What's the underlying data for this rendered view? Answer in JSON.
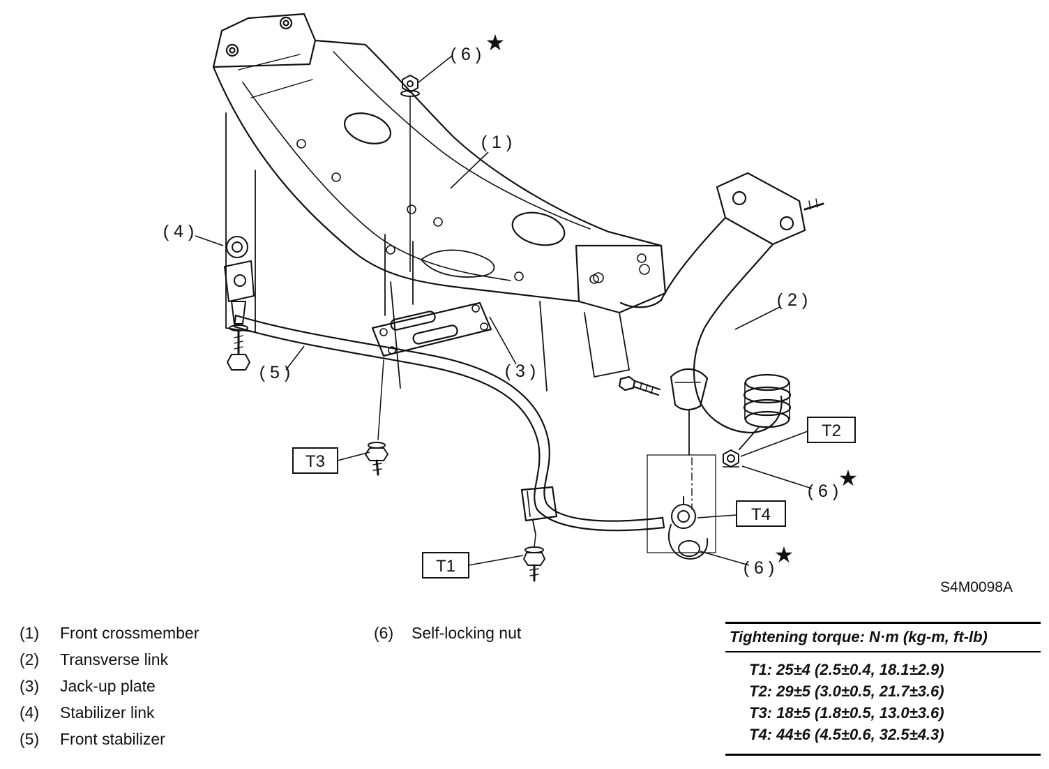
{
  "figure": {
    "part_code": "S4M0098A",
    "star": "★",
    "callouts": {
      "c6_top": "( 6 )",
      "c1": "( 1 )",
      "c4": "( 4 )",
      "c2": "( 2 )",
      "c3": "( 3 )",
      "c5": "( 5 )",
      "c6_mid": "( 6 )",
      "c6_bottom": "( 6 )"
    },
    "torque_tags": {
      "t1": "T1",
      "t2": "T2",
      "t3": "T3",
      "t4": "T4"
    }
  },
  "legend": {
    "items": [
      {
        "num": "(1)",
        "label": "Front crossmember"
      },
      {
        "num": "(2)",
        "label": "Transverse link"
      },
      {
        "num": "(3)",
        "label": "Jack-up plate"
      },
      {
        "num": "(4)",
        "label": "Stabilizer link"
      },
      {
        "num": "(5)",
        "label": "Front stabilizer"
      }
    ],
    "items_right": [
      {
        "num": "(6)",
        "label": "Self-locking nut"
      }
    ]
  },
  "torque_table": {
    "title": "Tightening torque: N·m (kg-m, ft-lb)",
    "rows": [
      {
        "text": "T1: 25±4 (2.5±0.4, 18.1±2.9)"
      },
      {
        "text": "T2: 29±5 (3.0±0.5, 21.7±3.6)"
      },
      {
        "text": "T3: 18±5 (1.8±0.5, 13.0±3.6)"
      },
      {
        "text": "T4: 44±6 (4.5±0.6, 32.5±4.3)"
      }
    ]
  }
}
